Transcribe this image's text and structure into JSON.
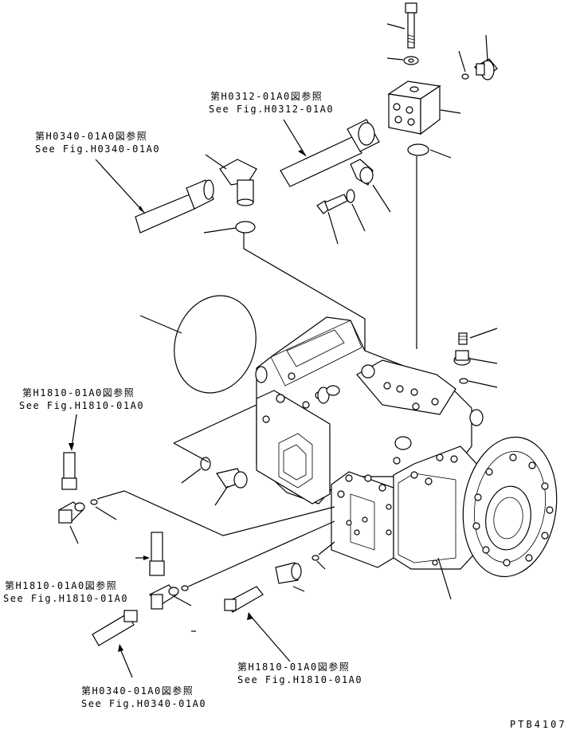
{
  "references": [
    {
      "jp": "第H0312-01A0図参照",
      "en": "See Fig.H0312-01A0"
    },
    {
      "jp": "第H0340-01A0図参照",
      "en": "See Fig.H0340-01A0"
    },
    {
      "jp": "第H1810-01A0図参照",
      "en": "See Fig.H1810-01A0"
    },
    {
      "jp": "第H1810-01A0図参照",
      "en": "See Fig.H1810-01A0"
    },
    {
      "jp": "第H1810-01A0図参照",
      "en": "See Fig.H1810-01A0"
    },
    {
      "jp": "第H0340-01A0図参照",
      "en": "See Fig.H0340-01A0"
    }
  ],
  "drawing_code": "PTB4107"
}
